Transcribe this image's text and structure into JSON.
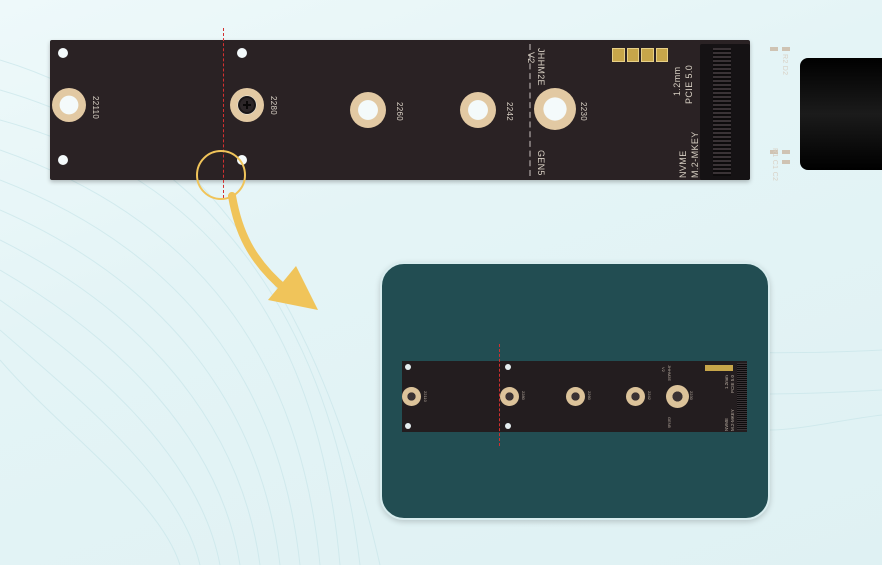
{
  "board": {
    "size_labels": [
      "22110",
      "2280",
      "2260",
      "2242",
      "2230"
    ],
    "model_line1": "JHHM2E",
    "model_line2": "V2",
    "gen_label": "GEN5",
    "spec_line1": "1.2mm",
    "spec_line2": "PCIE 5.0",
    "iface_line1": "NVME",
    "iface_line2": "M.2-MKEY",
    "ref_top": "R2 D2",
    "ref_bottom": "R1 C1 C2"
  },
  "inset": {
    "size_labels": [
      "22110",
      "2280",
      "2260",
      "2242",
      "2230"
    ],
    "model_line1": "JHHM2E",
    "model_line2": "V2",
    "gen_label": "GEN5",
    "spec_line1": "1.2mm",
    "spec_line2": "PCIE 5.0",
    "iface_line1": "NVME",
    "iface_line2": "M.2-MKEY"
  },
  "colors": {
    "callout": "#f0c45a",
    "cut_line": "#d23030",
    "panel_bg": "#224d52",
    "standoff": "#e2c9a3"
  },
  "icons": [
    "screw-icon",
    "arrow-icon"
  ]
}
